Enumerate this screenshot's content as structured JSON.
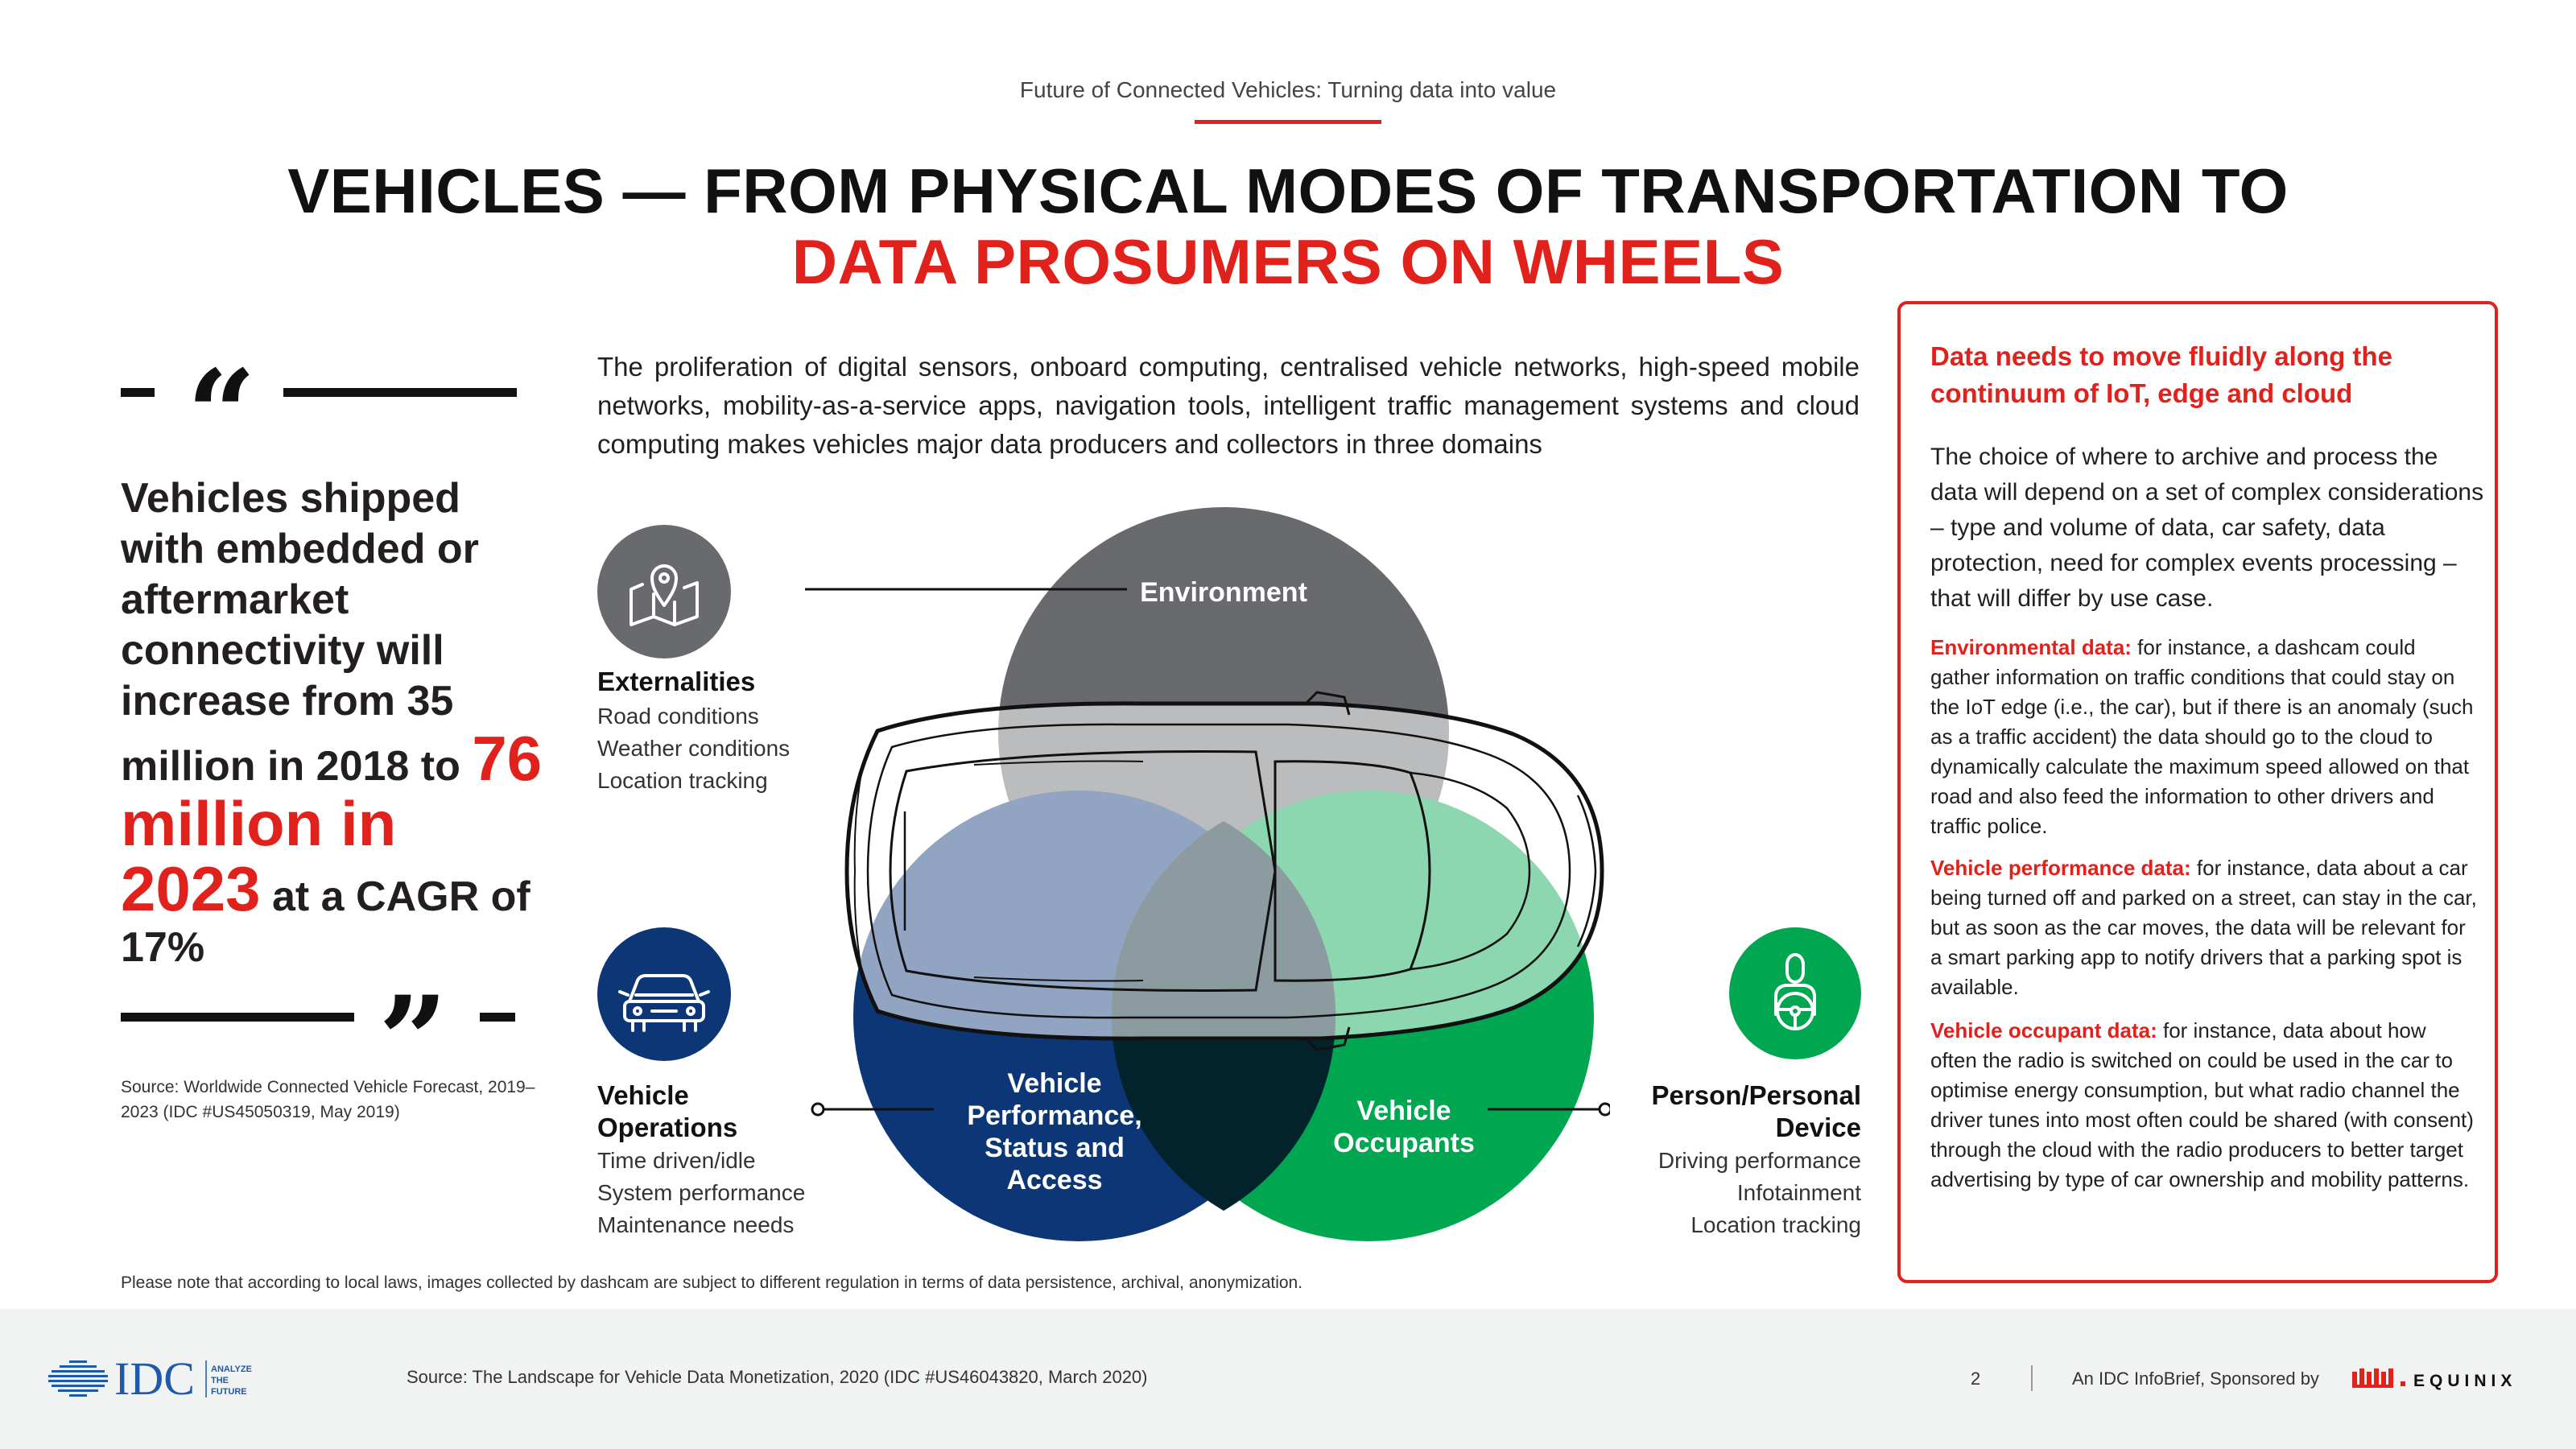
{
  "header": {
    "subtitle": "Future of Connected Vehicles: Turning data into value",
    "title_line1": "VEHICLES — FROM PHYSICAL MODES OF TRANSPORTATION TO",
    "title_line2": "DATA PROSUMERS ON WHEELS"
  },
  "quote": {
    "text_part1": "Vehicles shipped with embedded or aftermarket connectivity will increase from 35 million in 2018 to",
    "highlight": "76 million in 2023",
    "text_part2": "at a CAGR of 17%",
    "source": "Source: Worldwide Connected Vehicle Forecast, 2019–2023 (IDC #US45050319, May 2019)"
  },
  "intro": "The proliferation of digital sensors, onboard computing, centralised vehicle networks, high-speed mobile networks, mobility-as-a-service apps, navigation tools, intelligent traffic management systems and cloud computing makes vehicles major data producers and collectors in three domains",
  "domains": {
    "externalities": {
      "title": "Externalities",
      "items": [
        "Road conditions",
        "Weather conditions",
        "Location tracking"
      ],
      "icon": "map-pin-icon",
      "color": "#696a6d"
    },
    "vehicle_operations": {
      "title_line1": "Vehicle",
      "title_line2": "Operations",
      "items": [
        "Time driven/idle",
        "System performance",
        "Maintenance needs"
      ],
      "icon": "car-icon",
      "color": "#0d3677"
    },
    "person_device": {
      "title_line1": "Person/Personal",
      "title_line2": "Device",
      "items": [
        "Driving performance",
        "Infotainment",
        "Location tracking"
      ],
      "icon": "driver-icon",
      "color": "#00a650"
    }
  },
  "venn": {
    "environment": "Environment",
    "vehicle_perf_lines": [
      "Vehicle",
      "Performance,",
      "Status and",
      "Access"
    ],
    "occupants_lines": [
      "Vehicle",
      "Occupants"
    ],
    "colors": {
      "environment": "#696a6d",
      "vehicle": "#0d3677",
      "occupants": "#00a650",
      "center": "#02232c"
    }
  },
  "rightbox": {
    "heading": "Data needs to move fluidly along the continuum of IoT, edge and cloud",
    "intro": "The choice of where to archive and process the data will depend on a set of complex considerations – type and volume of data, car safety, data protection, need for complex events processing – that will differ by use case.",
    "paragraphs": [
      {
        "lead": "Environmental data:",
        "text": " for instance, a dashcam could gather information on traffic conditions that could stay on the IoT edge (i.e., the car), but if there is an anomaly (such as a traffic accident) the data should go to the cloud to dynamically calculate the maximum speed allowed on that road and also feed the information to other drivers and traffic police."
      },
      {
        "lead": "Vehicle performance data:",
        "text": " for instance, data about a car being turned off and parked on a street, can stay in the car, but as soon as the car moves, the data will be relevant for a smart parking app to notify drivers that a parking spot is available."
      },
      {
        "lead": "Vehicle occupant data:",
        "text": " for instance, data about how often the radio is switched on could be used in the car to optimise energy consumption, but what radio channel the driver tunes into most often could be shared (with consent) through the cloud with the radio producers to better target advertising by type of car ownership and mobility patterns."
      }
    ]
  },
  "note": "Please note that according to local laws, images collected by dashcam are subject to different regulation in terms of data persistence, archival, anonymization.",
  "footer": {
    "logo_text": "IDC",
    "logo_tagline": [
      "ANALYZE",
      "THE",
      "FUTURE"
    ],
    "source": "Source: The Landscape for Vehicle Data Monetization, 2020 (IDC #US46043820, March 2020)",
    "page_number": "2",
    "sponsor_text": "An IDC InfoBrief, Sponsored by",
    "sponsor_logo": "EQUINIX"
  }
}
